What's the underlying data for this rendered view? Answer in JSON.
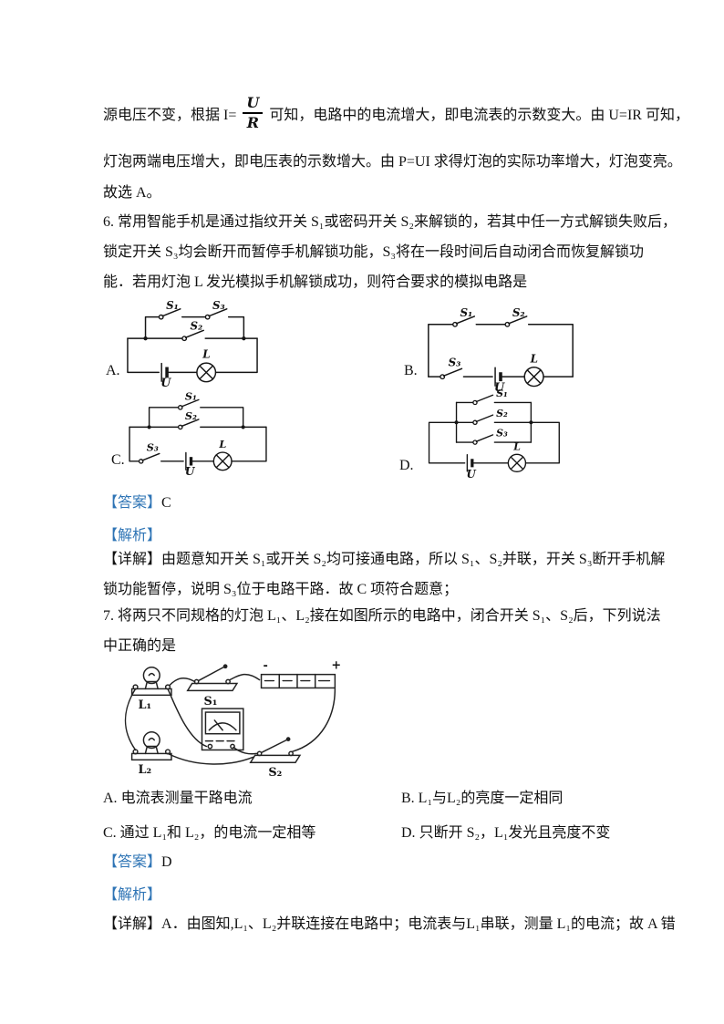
{
  "page": {
    "background": "#ffffff",
    "text_color": "#111111",
    "accent_blue": "#2E74B5"
  },
  "prev_solution": {
    "line1_pre": "源电压不变，根据 I=",
    "fraction_numerator": "U",
    "fraction_denominator": "R",
    "line1_post": "可知，电路中的电流增大，即电流表的示数变大。由 U=IR 可知，",
    "line2": "灯泡两端电压增大，即电压表的示数增大。由 P=UI 求得灯泡的实际功率增大，灯泡变亮。",
    "line3": "故选 A。"
  },
  "q6": {
    "stem_line1": "6. 常用智能手机是通过指纹开关 S₁或密码开关 S₂来解锁的，若其中任一方式解锁失败后，",
    "stem_line2": "锁定开关 S₃均会断开而暂停手机解锁功能，S₃将在一段时间后自动闭合而恢复解锁功",
    "stem_line3": "能．若用灯泡 L 发光模拟手机解锁成功，则符合要求的模拟电路是",
    "figures": {
      "a": {
        "letter": "A.",
        "switch_top_left": "S₁",
        "switch_top_right": "S₃",
        "switch_branch": "S₂",
        "battery": "U",
        "lamp": "L"
      },
      "b": {
        "letter": "B.",
        "switch_top_left": "S₁",
        "switch_top_right": "S₂",
        "switch_bottom": "S₃",
        "battery": "U",
        "lamp": "L"
      },
      "c": {
        "letter": "C.",
        "switch_upper": "S₁",
        "switch_lower": "S₂",
        "switch_main": "S₃",
        "battery": "U",
        "lamp": "L"
      },
      "d": {
        "letter": "D.",
        "switch_branch1": "S₁",
        "switch_branch2": "S₂",
        "switch_branch3": "S₃",
        "battery": "U",
        "lamp": "L"
      }
    },
    "answer_label": "【答案】",
    "answer": "C",
    "analysis_label": "【解析】",
    "detail_label": "【详解】",
    "detail_line1": "由题意知开关 S₁或开关 S₂均可接通电路，所以 S₁、S₂并联，开关 S₃断开手机解",
    "detail_line2": "锁功能暂停，说明 S₃位于电路干路．故 C 项符合题意；"
  },
  "q7": {
    "stem_line1": "7. 将两只不同规格的灯泡 L₁、L₂接在如图所示的电路中，闭合开关 S₁、S₂后，下列说法",
    "stem_line2": "中正确的是",
    "figure": {
      "lamp1": "L₁",
      "lamp2": "L₂",
      "switch1": "S₁",
      "switch2": "S₂",
      "minus": "-",
      "plus": "+"
    },
    "options": {
      "a": {
        "letter": "A.",
        "text": "电流表测量干路电流"
      },
      "b": {
        "letter": "B.",
        "text": "L₁与L₂的亮度一定相同"
      },
      "c": {
        "letter": "C.",
        "text": "通过 L₁和 L₂，的电流一定相等"
      },
      "d": {
        "letter": "D.",
        "text": "只断开 S₂，L₁发光且亮度不变"
      }
    },
    "answer_label": "【答案】",
    "answer": "D",
    "analysis_label": "【解析】",
    "detail_label": "【详解】",
    "detail_line1": "A．由图知,L₁、L₂并联连接在电路中；电流表与L₁串联，测量 L₁的电流；故 A 错"
  }
}
